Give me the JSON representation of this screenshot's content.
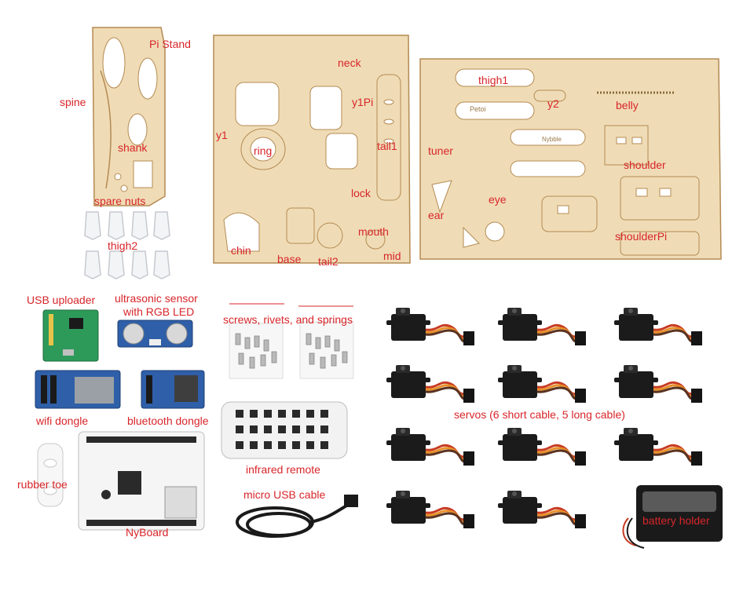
{
  "colors": {
    "wood": "#efdcb6",
    "wood_edge": "#b48a52",
    "label": "#d8252a",
    "servo": "#1b1b1b",
    "wire_red": "#c73a22",
    "wire_orange": "#e8902a",
    "wire_brown": "#5a3322",
    "pcb_green": "#2e9a5a",
    "pcb_blue": "#2f5fa8",
    "pcb_white": "#f5f5f5"
  },
  "labels": {
    "pi_stand": "Pi Stand",
    "spine": "spine",
    "shank": "shank",
    "spare_nuts": "spare nuts",
    "thigh2": "thigh2",
    "neck": "neck",
    "y1pi": "y1Pi",
    "y1": "y1",
    "ring": "ring",
    "tail1": "tail1",
    "lock": "lock",
    "mouth": "mouth",
    "mid": "mid",
    "chin": "chin",
    "base": "base",
    "tail2": "tail2",
    "thigh1": "thigh1",
    "y2": "y2",
    "belly": "belly",
    "tuner": "tuner",
    "shoulder": "shoulder",
    "ear": "ear",
    "eye": "eye",
    "shoulderpi": "shoulderPi",
    "usb_uploader": "USB uploader",
    "ultrasonic": "ultrasonic sensor",
    "ultrasonic2": "with RGB LED",
    "screws": "screws, rivets, and springs",
    "wifi_dongle": "wifi dongle",
    "bluetooth_dongle": "bluetooth dongle",
    "rubber_toe": "rubber toe",
    "nyboard": "NyBoard",
    "infrared_remote": "infrared remote",
    "micro_usb": "micro USB cable",
    "servos": "servos (6 short cable, 5 long cable)",
    "battery_holder": "battery holder"
  },
  "engravings": {
    "petoi": "Petoi",
    "nybble": "Nybble"
  },
  "icons": [
    "servo-icon",
    "remote-icon",
    "pcb-icon",
    "cable-icon",
    "battery-icon",
    "screw-icon"
  ]
}
